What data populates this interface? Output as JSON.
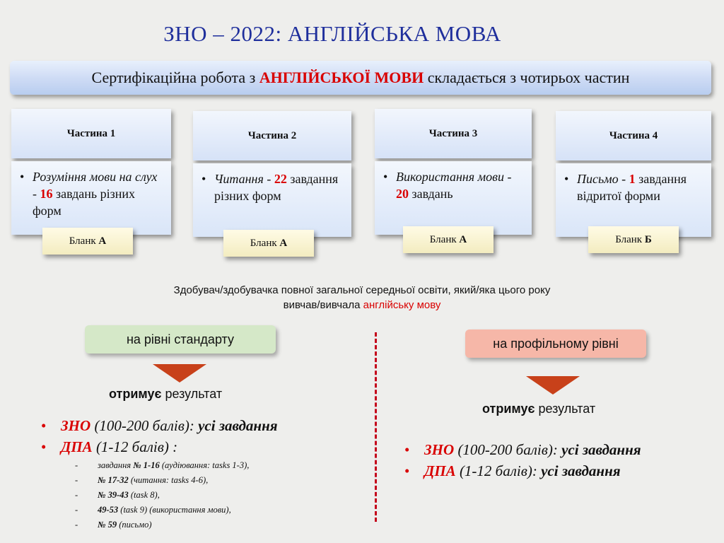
{
  "title": "ЗНО – 2022: АНГЛІЙСЬКА МОВА",
  "banner": {
    "pre": "Сертифікаційна робота з ",
    "highlight": "АНГЛІЙСЬКОЇ МОВИ",
    "post": " складається з чотирьох частин"
  },
  "parts": [
    {
      "header": "Частина 1",
      "pre": "Розуміння мови на слух",
      "dash": " - ",
      "num": "16",
      "post": " завдань різних форм",
      "blank_label": "Бланк ",
      "blank_letter": "А"
    },
    {
      "header": "Частина 2",
      "pre": "Читання",
      "dash": " - ",
      "num": "22",
      "post": " завдання різних форм",
      "blank_label": "Бланк ",
      "blank_letter": "А"
    },
    {
      "header": "Частина 3",
      "pre": "Використання мови",
      "dash": " - ",
      "num": "20",
      "post": " завдань",
      "blank_label": "Бланк ",
      "blank_letter": "А"
    },
    {
      "header": "Частина 4",
      "pre": "Письмо",
      "dash": " - ",
      "num": "1",
      "post": " завдання відритої форми",
      "blank_label": "Бланк ",
      "blank_letter": "Б"
    }
  ],
  "graduate": {
    "line1": "Здобувач/здобувачка повної загальної середньої освіти, який/яка цього року",
    "line2_pre": "вивчав/вивчала ",
    "line2_red": "англійську мову"
  },
  "left": {
    "level": "на рівні стандарту",
    "gets_bold": "отримує",
    "gets_rest": " результат",
    "zno_label": "ЗНО",
    "zno_range": " (100-200 балів): ",
    "zno_tasks": "усі завдання",
    "dpa_label": "ДПА",
    "dpa_range": " (1-12 балів) :",
    "details": [
      {
        "pre": "завдання ",
        "bold": "№ 1-16",
        "post": " (аудіювання: tasks 1-3),"
      },
      {
        "pre": "",
        "bold": "№ 17-32",
        "post": " (читання: tasks 4-6),"
      },
      {
        "pre": "",
        "bold": "№ 39-43",
        "post": " (task 8),"
      },
      {
        "pre": "",
        "bold": "49-53",
        "post": " (task 9) (використання мови),"
      },
      {
        "pre": "",
        "bold": "№ 59",
        "post": " (письмо)"
      }
    ]
  },
  "right": {
    "level": "на профільному рівні",
    "gets_bold": "отримує",
    "gets_rest": " результат",
    "zno_label": "ЗНО",
    "zno_range": " (100-200 балів): ",
    "zno_tasks": "усі завдання",
    "dpa_label": "ДПА",
    "dpa_range": " (1-12 балів): ",
    "dpa_tasks": "усі завдання"
  },
  "colors": {
    "title": "#1f2f9c",
    "accent_red": "#d90000",
    "arrow": "#c8411a",
    "standard_pill": "#d5e8c8",
    "profile_pill": "#f6b7a8"
  }
}
